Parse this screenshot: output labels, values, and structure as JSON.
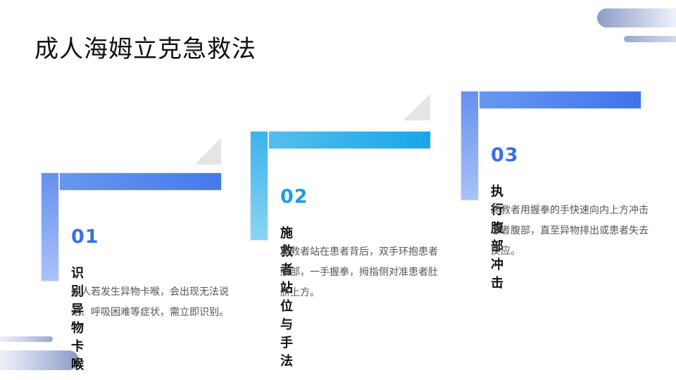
{
  "title": "成人海姆立克急救法",
  "steps": [
    {
      "number": "01",
      "heading": "识别异物卡喉",
      "description": "成人若发生异物卡喉，会出现无法说话、呼吸困难等症状，需立即识别。"
    },
    {
      "number": "02",
      "heading": "施救者站位与手法",
      "description": "施救者站在患者背后，双手环抱患者腰部，一手握拳，拇指侧对准患者肚脐上方。"
    },
    {
      "number": "03",
      "heading": "执行腹部冲击",
      "description": "施救者用握拳的手快速向内上方冲击患者腹部，直至异物排出或患者失去反应。"
    }
  ],
  "colors": {
    "accent_blue": "#3a6fe2",
    "accent_cyan": "#1a9ee0"
  }
}
